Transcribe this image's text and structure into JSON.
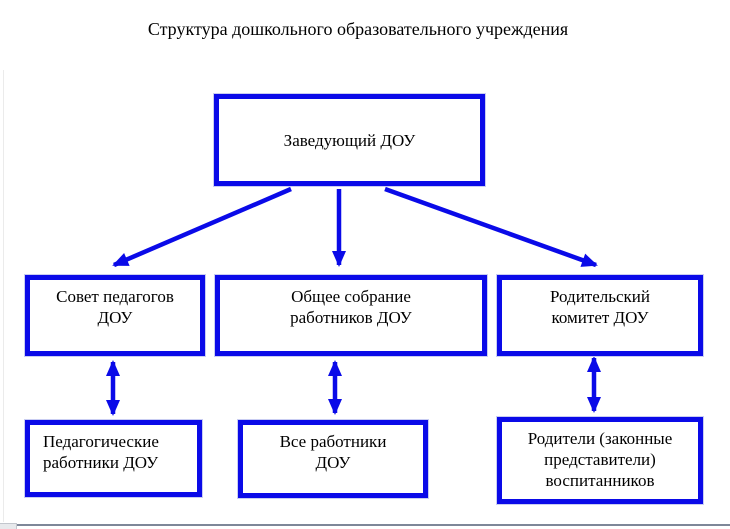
{
  "page": {
    "title": "Структура дошкольного образовательного учреждения"
  },
  "diagram": {
    "colors": {
      "box_border": "#0A0AE8",
      "arrow": "#0A0AE8",
      "text": "#000000",
      "window_border": "#7e8798"
    },
    "nodes": {
      "head": {
        "label": "Заведующий ДОУ"
      },
      "teachers_council": {
        "label": "Совет педагогов\nДОУ"
      },
      "staff_assembly": {
        "label": "Общее собрание\nработников ДОУ"
      },
      "parent_committee": {
        "label": "Родительский\nкомитет ДОУ"
      },
      "teaching_staff": {
        "label": "Педагогические\nработники ДОУ"
      },
      "all_staff": {
        "label": "Все работники\nДОУ"
      },
      "parents": {
        "label": "Родители (законные\nпредставители)\nвоспитанников"
      }
    }
  }
}
